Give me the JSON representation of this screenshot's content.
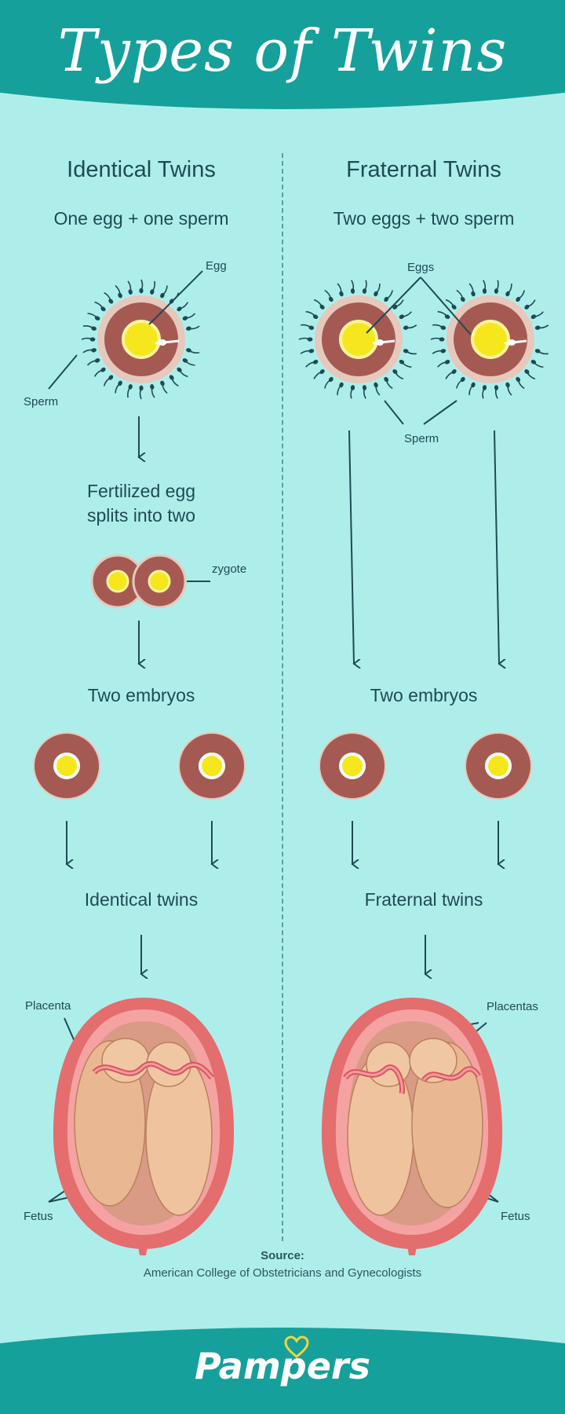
{
  "header": {
    "title": "Types of Twins"
  },
  "identical": {
    "heading": "Identical Twins",
    "step1": "One egg + one sperm",
    "step2": "Fertilized egg splits into two",
    "step3": "Two embryos",
    "step4": "Identical twins",
    "labels": {
      "egg": "Egg",
      "sperm": "Sperm",
      "zygote": "zygote",
      "placenta": "Placenta",
      "fetus": "Fetus"
    }
  },
  "fraternal": {
    "heading": "Fraternal Twins",
    "step1": "Two eggs + two sperm",
    "step3": "Two embryos",
    "step4": "Fraternal twins",
    "labels": {
      "eggs": "Eggs",
      "sperm": "Sperm",
      "placentas": "Placentas",
      "fetus": "Fetus"
    }
  },
  "source": {
    "label": "Source:",
    "text": "American College of Obstetricians and Gynecologists"
  },
  "brand": {
    "name": "Pampers"
  },
  "colors": {
    "background": "#aeeeea",
    "teal": "#16a09b",
    "text": "#1f4a55",
    "cell": "#a45a52",
    "yolk": "#f5e71b",
    "placenta": "#e46d6e",
    "fetus": "#e9b892"
  }
}
